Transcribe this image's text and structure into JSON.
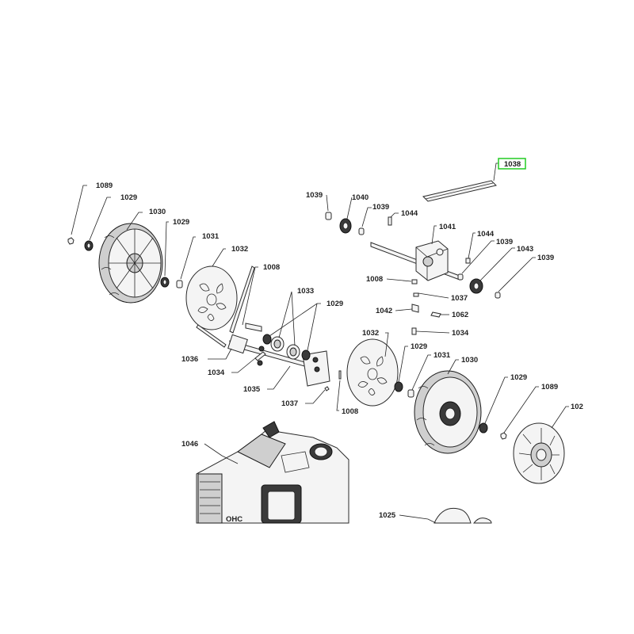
{
  "diagram": {
    "highlight_color": "#22cc22",
    "labels": {
      "l1089a": "1089",
      "l1029a": "1029",
      "l1030a": "1030",
      "l1029b": "1029",
      "l1031a": "1031",
      "l1032a": "1032",
      "l1008a": "1008",
      "l1033": "1033",
      "l1029c": "1029",
      "l1036": "1036",
      "l1034a": "1034",
      "l1035": "1035",
      "l1037a": "1037",
      "l1008b": "1008",
      "l1039a": "1039",
      "l1040": "1040",
      "l1039b": "1039",
      "l1044a": "1044",
      "l1038": "1038",
      "l1041": "1041",
      "l1044b": "1044",
      "l1039c": "1039",
      "l1043": "1043",
      "l1039d": "1039",
      "l1008c": "1008",
      "l1037b": "1037",
      "l1042": "1042",
      "l1062": "1062",
      "l1034b": "1034",
      "l1032b": "1032",
      "l1029d": "1029",
      "l1031b": "1031",
      "l1030b": "1030",
      "l1029e": "1029",
      "l1089b": "1089",
      "l102": "102",
      "l1046": "1046",
      "l1025": "1025"
    }
  }
}
